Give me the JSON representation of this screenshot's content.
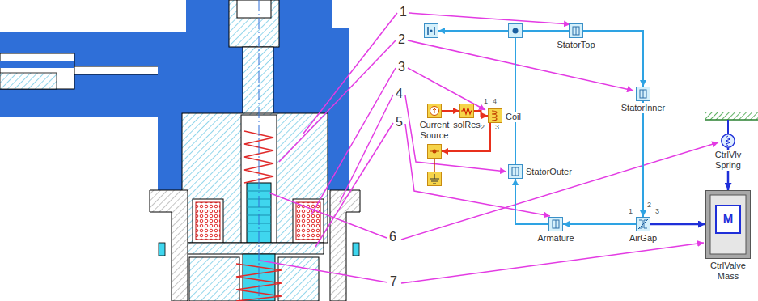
{
  "diagram": {
    "nodes": [
      {
        "text": [
          "StatorTop"
        ]
      },
      {
        "text": [
          "StatorInner"
        ]
      },
      {
        "text": [
          "Current Source"
        ]
      },
      {
        "text": [
          "solRes"
        ]
      },
      {
        "text": [
          "Coil"
        ]
      },
      {
        "text": [
          "StatorOuter"
        ]
      },
      {
        "text": [
          "Armature"
        ]
      },
      {
        "text": [
          "AirGap"
        ]
      },
      {
        "text": [
          "CtrlVlv Spring"
        ]
      },
      {
        "text": [
          "CtrlValve Mass"
        ]
      }
    ],
    "edges": [
      {
        "from": 0,
        "to": 1,
        "arrow": "to"
      },
      {
        "from": 1,
        "to": 7,
        "arrow": "to"
      },
      {
        "from": 7,
        "to": 6,
        "arrow": "to"
      },
      {
        "from": 6,
        "to": 5,
        "arrow": "to"
      },
      {
        "from": 2,
        "to": 3,
        "arrow": "to"
      },
      {
        "from": 3,
        "to": 4,
        "arrow": "to"
      },
      {
        "from": 7,
        "to": 9,
        "arrow": "to"
      },
      {
        "from": 8,
        "to": 9,
        "arrow": "to"
      }
    ],
    "labels": [
      "1",
      "2",
      "3",
      "4",
      "5",
      "6",
      "7",
      "1",
      "4",
      "2",
      "3",
      "1",
      "2",
      "3",
      "M"
    ]
  }
}
